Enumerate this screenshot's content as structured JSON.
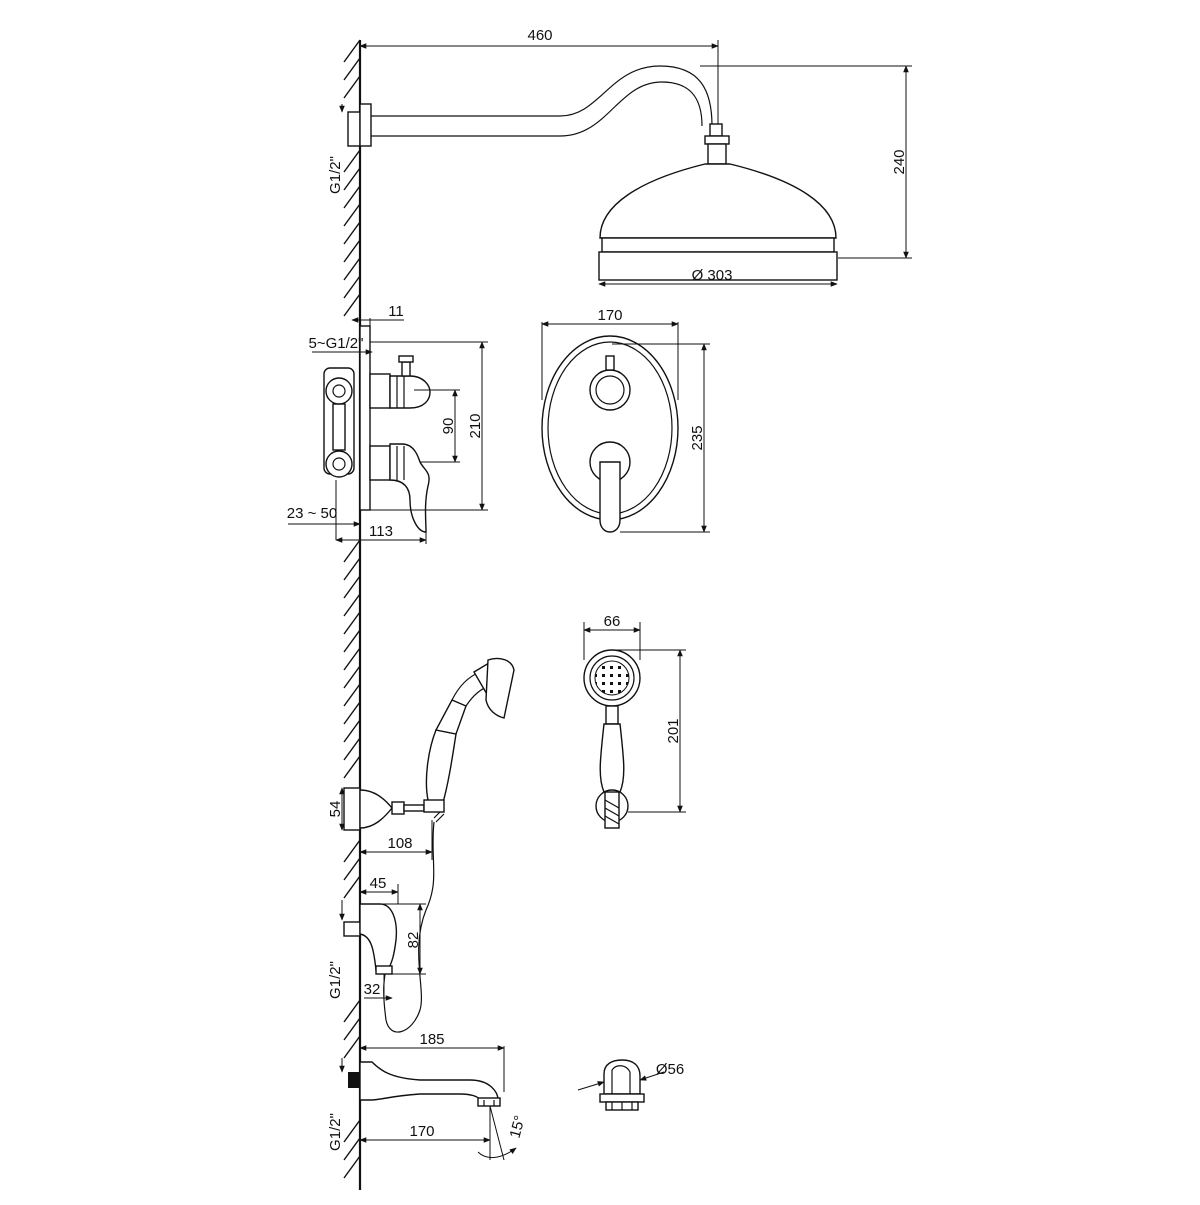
{
  "diagram": {
    "colors": {
      "ink": "#111111",
      "background": "#ffffff"
    },
    "labels": {
      "shower_arm_length": "460",
      "shower_height": "240",
      "head_diameter": "Ø 303",
      "wall_thread_top": "G1/2\"",
      "mixer_depth": "11",
      "mixer_outlets": "5~G1/2\"",
      "mixer_valve_spacing": "90",
      "mixer_height": "210",
      "mixer_wall_range": "23 ~ 50",
      "mixer_projection": "113",
      "plate_width": "170",
      "plate_height": "235",
      "hand_shower_width": "66",
      "hand_shower_length": "201",
      "holder_height": "54",
      "holder_projection": "108",
      "outlet_projection": "45",
      "outlet_height": "82",
      "outlet_thread": "G1/2\"",
      "outlet_small": "32",
      "spout_length": "185",
      "spout_reach": "170",
      "spout_thread": "G1/2\"",
      "spout_angle": "15°",
      "flange_diameter": "Ø56"
    }
  }
}
